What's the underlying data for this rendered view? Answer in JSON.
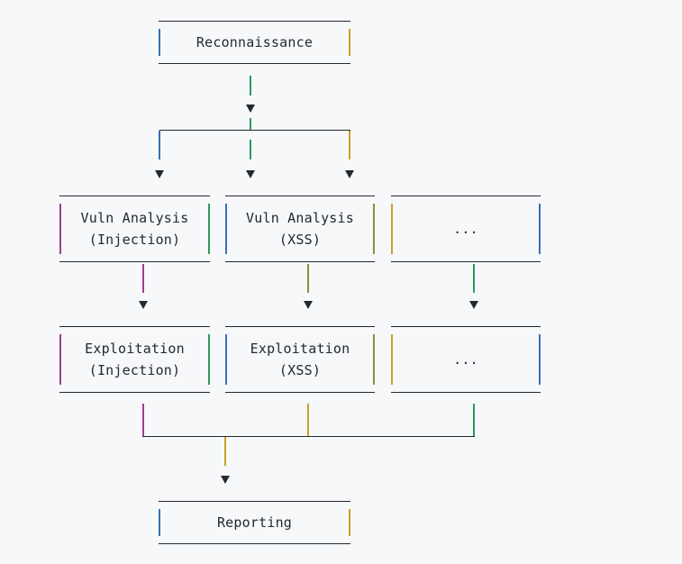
{
  "colors": {
    "background": "#f6f8fa",
    "text": "#24292f",
    "bar_blue": "#3b6fb6",
    "bar_yellow": "#c9a227",
    "bar_green": "#2e9a5a",
    "bar_magenta": "#a23d8f",
    "bar_olive": "#8a8f3a"
  },
  "nodes": {
    "reconnaissance": {
      "lines": [
        "Reconnaissance"
      ]
    },
    "vuln_injection": {
      "lines": [
        "Vuln Analysis",
        "(Injection)"
      ]
    },
    "vuln_xss": {
      "lines": [
        "Vuln Analysis",
        "(XSS)"
      ]
    },
    "vuln_more": {
      "lines": [
        "..."
      ]
    },
    "exploit_injection": {
      "lines": [
        "Exploitation",
        "(Injection)"
      ]
    },
    "exploit_xss": {
      "lines": [
        "Exploitation",
        "(XSS)"
      ]
    },
    "exploit_more": {
      "lines": [
        "..."
      ]
    },
    "reporting": {
      "lines": [
        "Reporting"
      ]
    }
  }
}
